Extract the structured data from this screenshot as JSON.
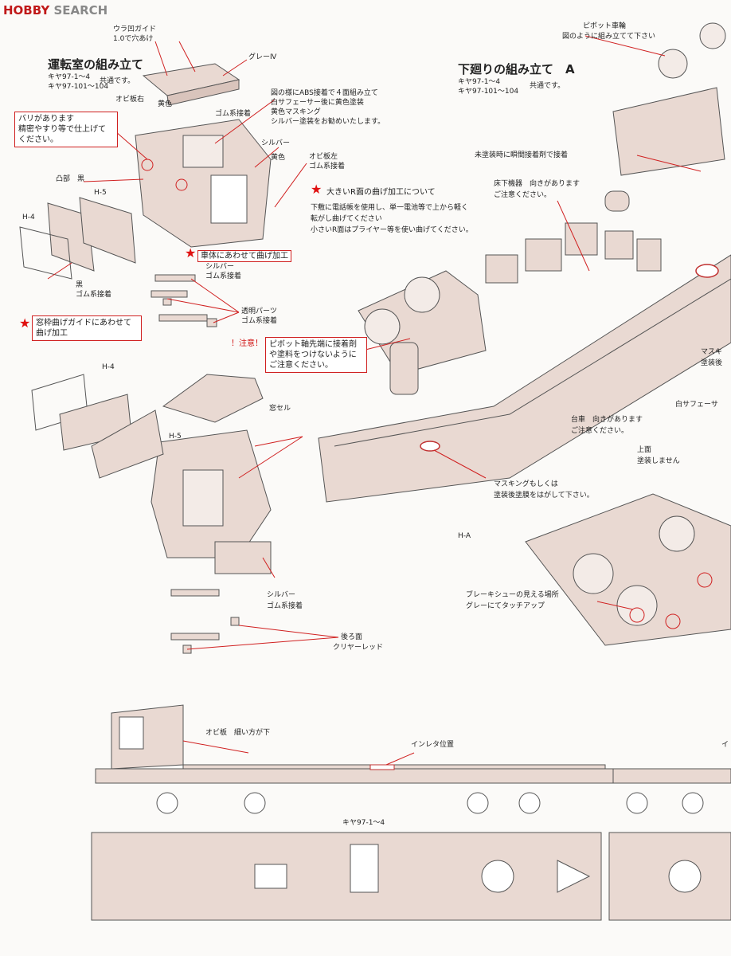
{
  "watermark": {
    "brand": "HOBBY",
    "suffix": "SEARCH"
  },
  "cab": {
    "title": "運転室の組み立て",
    "models": [
      "キヤ97-1～4",
      "キヤ97-101～104"
    ],
    "common": "共通です。",
    "labels": {
      "ura_guide": "ウラ凹ガイド",
      "drill": "1.0で穴あけ",
      "gray": "グレーⅣ",
      "obi_right": "オビ板右",
      "yellow": "黄色",
      "instructions": [
        "図の様にABS接着で４面組み立て",
        "白サフェーサー後に黄色塗装",
        "黄色マスキング",
        "シルバー塗装をお勧めいたします。"
      ],
      "rubber_glue": "ゴム系接着",
      "silver": "シルバー",
      "yellow2": "黄色",
      "obi_left": "オビ板左",
      "obi_left_glue": "ゴム系接着",
      "burr_note": [
        "バリがあります",
        "精密やすり等で仕上げて",
        "ください。"
      ],
      "convex_black": "凸部　黒",
      "h5": "H-5",
      "h4": "H-4",
      "bend_body": "車体にあわせて曲げ加工",
      "silver_glue": [
        "シルバー",
        "ゴム系接着"
      ],
      "black_glue": [
        "黒",
        "ゴム系接着"
      ],
      "clear_parts": [
        "透明パーツ",
        "ゴム系接着"
      ],
      "window_bend": [
        "窓枠曲げガイドにあわせて",
        "曲げ加工"
      ],
      "caution": "！注意！",
      "r_title": "大きいR面の曲げ加工について",
      "r_text": [
        "下敷に電話帳を使用し、単一電池等で上から軽く",
        "転がし曲げてください",
        "小さいR面はプライヤー等を使い曲げてください。"
      ],
      "h4_b": "H-4",
      "h5_b": "H-5",
      "window_sill": "窓セル",
      "silver_glue_b": [
        "シルバー",
        "ゴム系接着"
      ],
      "rear": [
        "後ろ面",
        "クリヤーレッド"
      ]
    }
  },
  "chassis": {
    "title": "下廻りの組み立て　A",
    "models": [
      "キヤ97-1～4",
      "キヤ97-101～104"
    ],
    "common": "共通です。",
    "labels": {
      "pivot_wheel": [
        "ピボット車輪",
        "図のように組み立てて下さい"
      ],
      "instant_glue": "未塗装時に瞬間接着剤で接着",
      "underfloor": [
        "床下機器　向きがあります",
        "ご注意ください。"
      ],
      "pivot_warn": [
        "ピボット軸先端に接着剤",
        "や塗料をつけないように",
        "ご注意ください。"
      ],
      "masking_right": [
        "マスキ",
        "塗装後"
      ],
      "white_surf": "白サフェーサ",
      "bogie_dir": [
        "台車　向きがあります",
        "ご注意ください。"
      ],
      "top_face": [
        "上面",
        "塗装しません"
      ],
      "masking": [
        "マスキングもしくは",
        "塗装後塗膜をはがして下さい。"
      ],
      "ha": "H-A",
      "brake": [
        "ブレーキシューの見える場所",
        "グレーにてタッチアップ"
      ]
    }
  },
  "side_view": {
    "obi": "オビ板　細い方が下",
    "inleta": "インレタ位置",
    "model": "キヤ97-1～4",
    "right_edge": "イ"
  }
}
